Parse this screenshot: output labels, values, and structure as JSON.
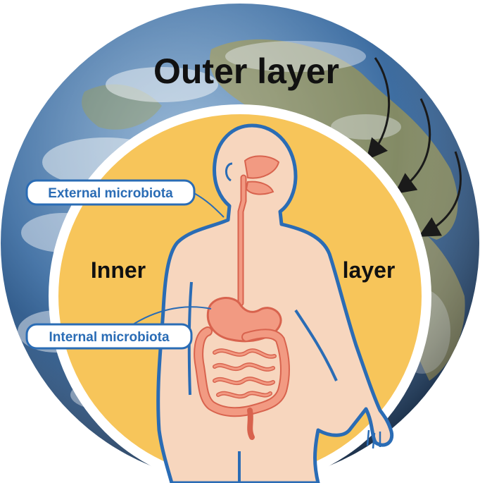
{
  "outer_label": "Outer layer",
  "inner_label_left": "Inner",
  "inner_label_right": "layer",
  "callouts": {
    "external": "External microbiota",
    "internal": "Internal microbiota"
  },
  "colors": {
    "ocean": "#3f6fa3",
    "ocean_dark": "#1f3f6b",
    "land": "#8f8f5a",
    "cloud": "#e9eef3",
    "inner_fill": "#f7c55a",
    "inner_ring": "#ffffff",
    "body_fill": "#f7d6be",
    "body_outline": "#2a6cb5",
    "organ_fill": "#f29a82",
    "organ_stroke": "#d8634e",
    "arrow": "#1a1a1a",
    "callout_border": "#2a6cb5",
    "callout_text": "#2a6cb5",
    "text_dark": "#111111"
  },
  "icons": [
    "earth-globe",
    "curved-arrow",
    "human-body",
    "digestive-tract"
  ]
}
